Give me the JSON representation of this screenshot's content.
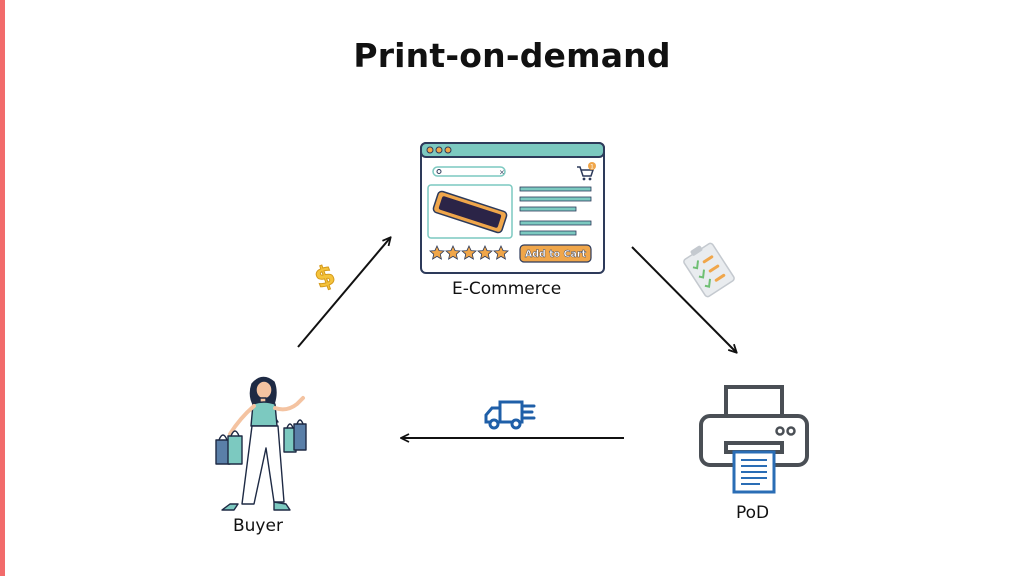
{
  "title": "Print-on-demand",
  "colors": {
    "accent_bar": "#f26b6b",
    "browser_frame": "#2d3a5a",
    "browser_header": "#7cc9c0",
    "product_orange": "#f0a64a",
    "dollar_gold": "#f5c33b",
    "truck_blue": "#1f5fa8",
    "printer_gray": "#4a4f55",
    "paper_blue": "#2a6db5",
    "arrow": "#111111"
  },
  "nodes": {
    "ecommerce": {
      "label": "E-Commerce",
      "icon": "browser-shop-icon"
    },
    "pod": {
      "label": "PoD",
      "icon": "printer-icon"
    },
    "buyer": {
      "label": "Buyer",
      "icon": "shopper-woman-icon"
    }
  },
  "shop_window": {
    "add_to_cart_label": "Add to Cart",
    "cart_badge": "1",
    "rating_stars": 5
  },
  "edges": [
    {
      "from": "buyer",
      "to": "ecommerce",
      "icon": "dollar-icon"
    },
    {
      "from": "ecommerce",
      "to": "pod",
      "icon": "order-list-icon"
    },
    {
      "from": "pod",
      "to": "buyer",
      "icon": "delivery-truck-icon"
    }
  ]
}
